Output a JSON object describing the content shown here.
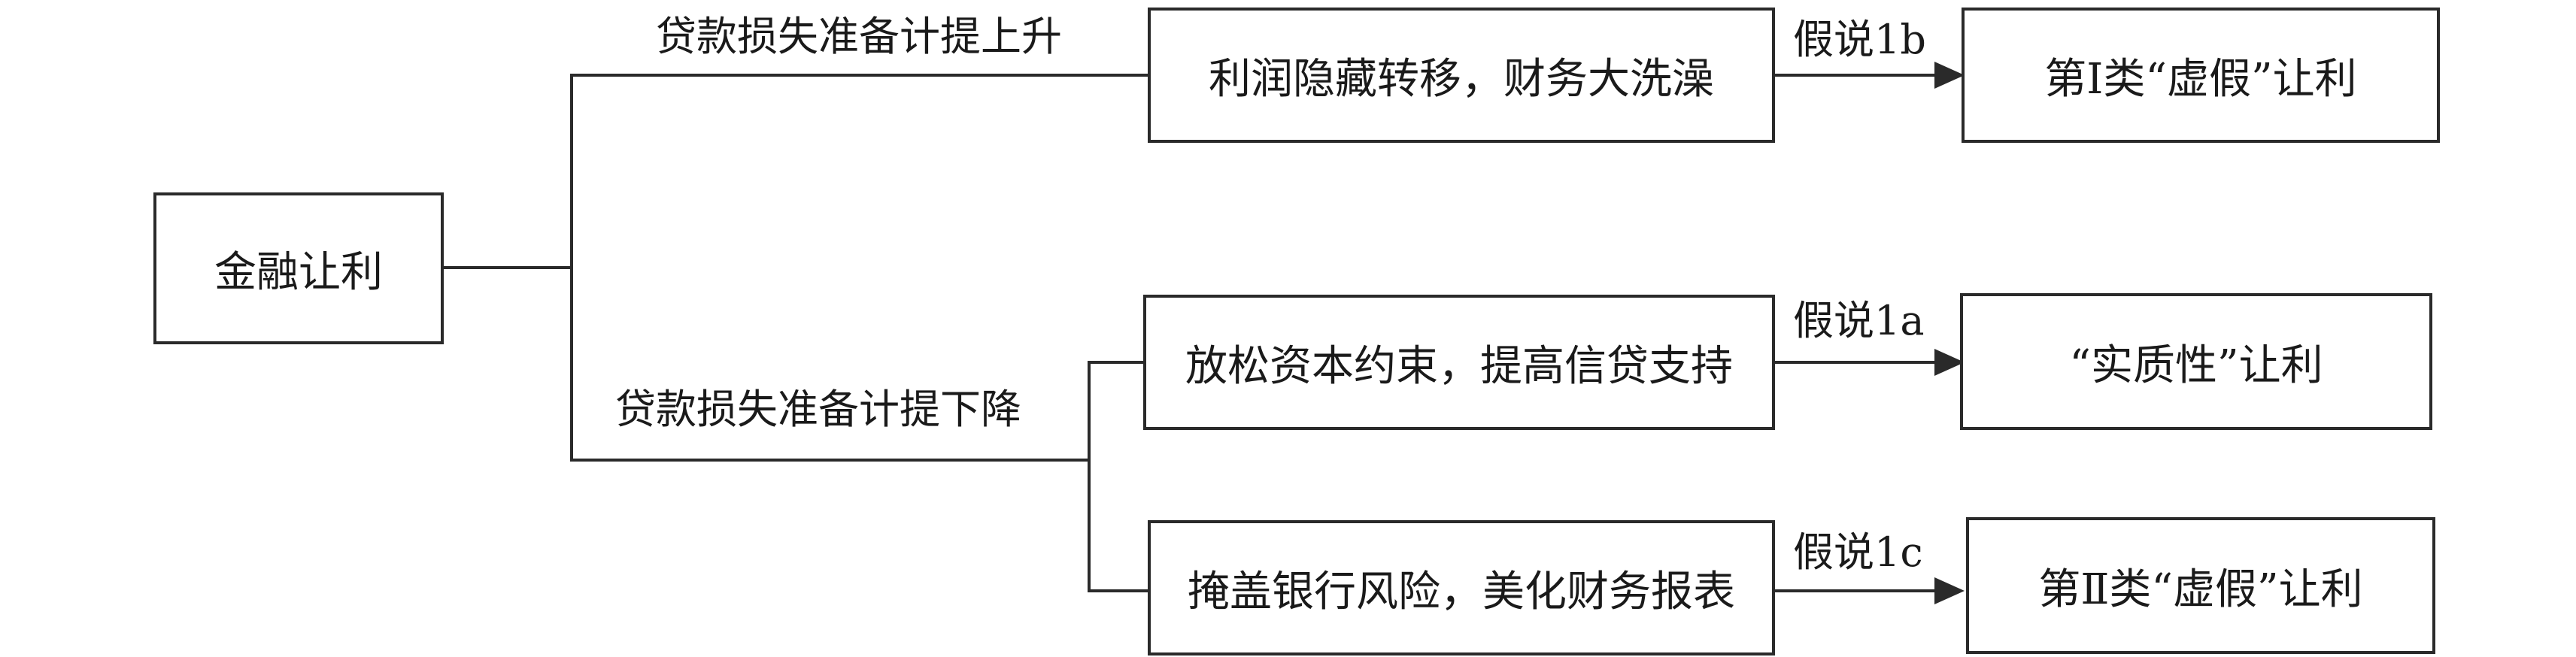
{
  "root": "金融让利",
  "branches": {
    "up_label": "贷款损失准备计提上升",
    "down_label": "贷款损失准备计提下降"
  },
  "mechanisms": {
    "m1b": "利润隐藏转移，财务大洗澡",
    "m1a": "放松资本约束，提高信贷支持",
    "m1c": "掩盖银行风险，美化财务报表"
  },
  "hypotheses": {
    "h1b": "假说1b",
    "h1a": "假说1a",
    "h1c": "假说1c"
  },
  "outcomes": {
    "o1b": "第Ⅰ类“虚假”让利",
    "o1a": "“实质性”让利",
    "o1c": "第Ⅱ类“虚假”让利"
  }
}
